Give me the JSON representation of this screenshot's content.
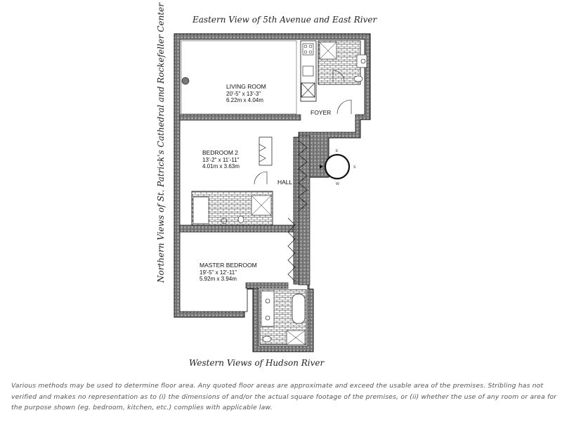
{
  "views": {
    "top": "Eastern View of 5th Avenue and East River",
    "left": "Northern Views of St. Patrick's Cathedral and Rockefeller Center",
    "bottom": "Western Views of Hudson River"
  },
  "rooms": {
    "living": {
      "name": "LIVING ROOM",
      "dim_ft": "20'-5\" x 13'-3\"",
      "dim_m": "6.22m x 4.04m"
    },
    "bedroom2": {
      "name": "BEDROOM 2",
      "dim_ft": "13'-2\" x 11'-11\"",
      "dim_m": "4.01m x 3.63m"
    },
    "master": {
      "name": "MASTER BEDROOM",
      "dim_ft": "19'-5\" x 12'-11\"",
      "dim_m": "5.92m x 3.94m"
    },
    "foyer": {
      "name": "FOYER"
    },
    "hall": {
      "name": "HALL"
    }
  },
  "compass": {
    "n": "E",
    "e": "S",
    "s": "W"
  },
  "disclaimer": "Various methods may be used to determine floor area. Any quoted floor areas are approximate and exceed the usable area of the premises. Stribling has not verified and makes no representation as to (i) the dimensions of and/or the actual square footage of the premises, or (ii) whether the use of any room or area for the purpose shown (eg. bedroom, kitchen, etc.) complies with applicable law."
}
